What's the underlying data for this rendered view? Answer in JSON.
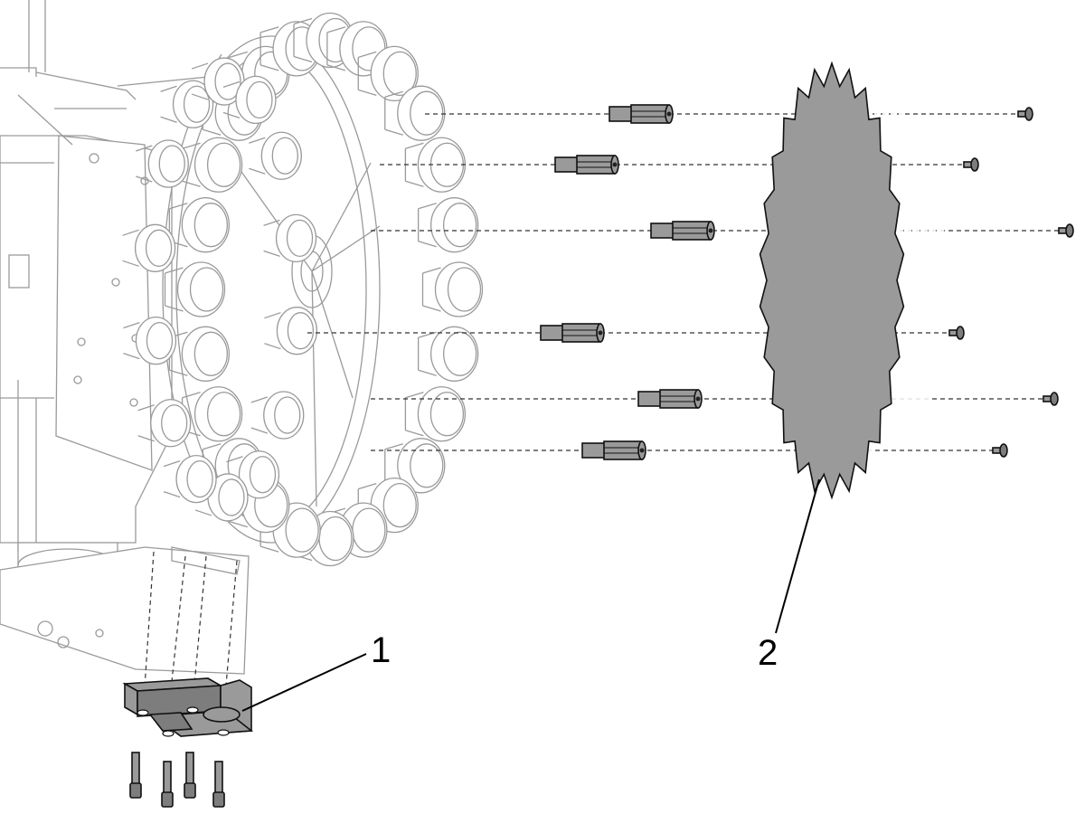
{
  "diagram": {
    "type": "exploded-assembly",
    "callouts": [
      {
        "id": "1",
        "label": "1"
      },
      {
        "id": "2",
        "label": "2"
      }
    ],
    "colors": {
      "part_fill": "#9a9a9a",
      "part_dark": "#7d7d7d",
      "outline": "#111111",
      "ghost_outline": "#9a9a9a"
    }
  }
}
